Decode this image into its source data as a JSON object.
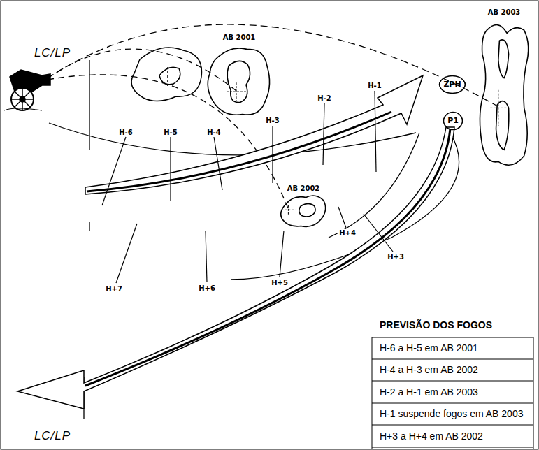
{
  "diagram": {
    "nodes": [
      {
        "text": [
          "AB 2001"
        ]
      },
      {
        "text": [
          "AB 2002"
        ]
      },
      {
        "text": [
          "AB 2003"
        ]
      },
      {
        "text": [
          "ZPH"
        ]
      },
      {
        "text": [
          "P1"
        ]
      }
    ],
    "labels": [
      "LC/LP",
      "LC/LP",
      "H-6",
      "H-5",
      "H-4",
      "H-3",
      "H-2",
      "H-1",
      "H+3",
      "H+4",
      "H+5",
      "H+6",
      "H+7",
      "PREVISÃO DOS FOGOS",
      "H-6 a H-5 em AB 2001",
      "H-4 a H-3 em AB 2002",
      "H-2 a H-1 em AB 2003",
      "H-1 suspende fogos em AB 2003",
      "H+3 a H+4 em AB 2002"
    ]
  }
}
